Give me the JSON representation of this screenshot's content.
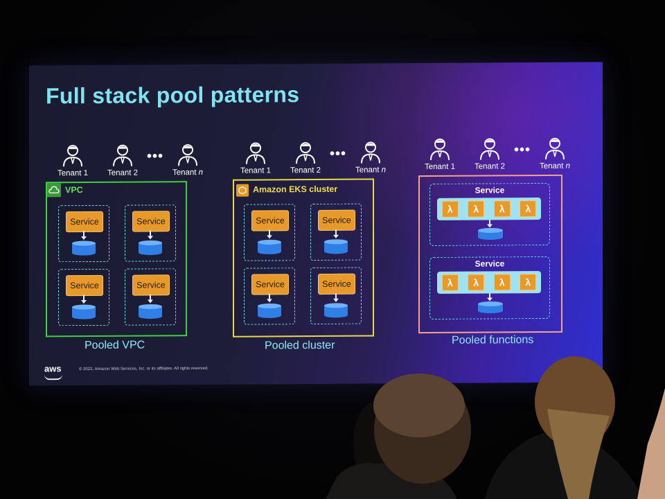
{
  "slide": {
    "title": "Full stack pool patterns",
    "copyright": "© 2022, Amazon Web Services, Inc. or its affiliates. All rights reserved.",
    "logo_text": "aws"
  },
  "tenants": {
    "t1": "Tenant 1",
    "t2": "Tenant 2",
    "tn_prefix": "Tenant",
    "tn_suffix": "n",
    "ellipsis": "•••"
  },
  "pooled_vpc": {
    "container_label": "VPC",
    "service_label": "Service",
    "caption": "Pooled VPC"
  },
  "pooled_cluster": {
    "container_label": "Amazon EKS cluster",
    "service_label": "Service",
    "caption": "Pooled cluster"
  },
  "pooled_functions": {
    "service_label": "Service",
    "lambda_glyph": "λ",
    "caption": "Pooled functions"
  },
  "colors": {
    "title": "#7fe4ef",
    "vpc_border": "#3fcf3f",
    "eks_border": "#e8d84a",
    "functions_border": "#f4a48a",
    "service_fill": "#e79a2a",
    "database_fill": "#2f7fe6"
  },
  "icons": [
    "user-icon",
    "vpc-cloud-icon",
    "eks-icon",
    "database-icon",
    "lambda-icon",
    "aws-logo"
  ]
}
